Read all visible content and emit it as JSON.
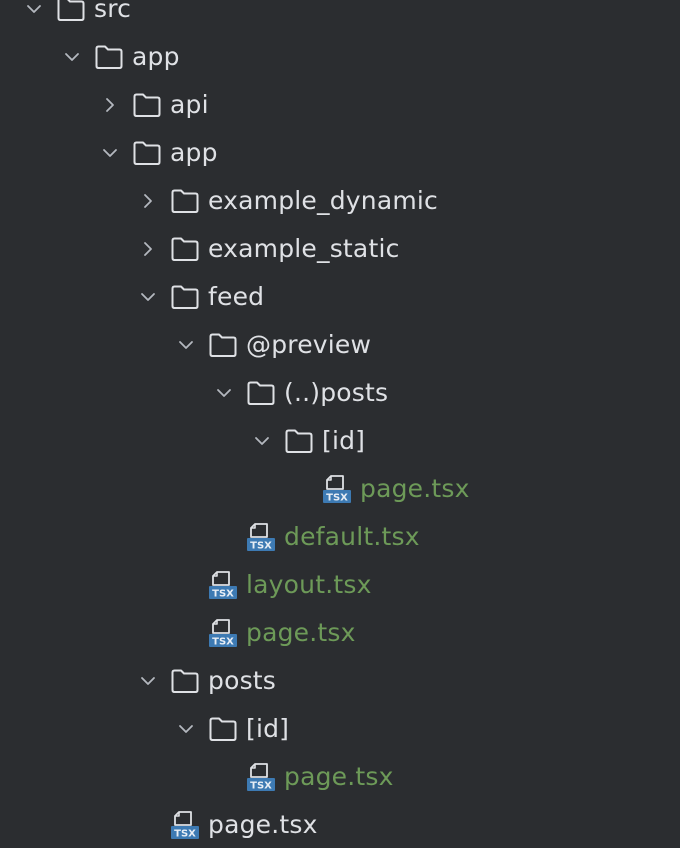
{
  "colors": {
    "background": "#2b2d30",
    "text": "#dfe1e5",
    "new_file_text": "#6d9a58",
    "chevron": "#b4b8bf",
    "folder_outline": "#dfe1e5",
    "tsx_icon": "#5a9fd6",
    "tsx_icon_dark": "#3d7ab3"
  },
  "tree": {
    "nodes": [
      {
        "label": "src",
        "kind": "folder",
        "state": "expanded",
        "depth": 0,
        "icon": "folder-icon"
      },
      {
        "label": "app",
        "kind": "folder",
        "state": "expanded",
        "depth": 1,
        "icon": "folder-icon"
      },
      {
        "label": "api",
        "kind": "folder",
        "state": "collapsed",
        "depth": 2,
        "icon": "folder-icon"
      },
      {
        "label": "app",
        "kind": "folder",
        "state": "expanded",
        "depth": 2,
        "icon": "folder-icon"
      },
      {
        "label": "example_dynamic",
        "kind": "folder",
        "state": "collapsed",
        "depth": 3,
        "icon": "folder-icon"
      },
      {
        "label": "example_static",
        "kind": "folder",
        "state": "collapsed",
        "depth": 3,
        "icon": "folder-icon"
      },
      {
        "label": "feed",
        "kind": "folder",
        "state": "expanded",
        "depth": 3,
        "icon": "folder-icon"
      },
      {
        "label": "@preview",
        "kind": "folder",
        "state": "expanded",
        "depth": 4,
        "icon": "folder-icon"
      },
      {
        "label": "(..)posts",
        "kind": "folder",
        "state": "expanded",
        "depth": 5,
        "icon": "folder-icon"
      },
      {
        "label": "[id]",
        "kind": "folder",
        "state": "expanded",
        "depth": 6,
        "icon": "folder-icon"
      },
      {
        "label": "page.tsx",
        "kind": "file",
        "status": "new",
        "depth": 7,
        "icon": "tsx-file-icon"
      },
      {
        "label": "default.tsx",
        "kind": "file",
        "status": "new",
        "depth": 5,
        "icon": "tsx-file-icon"
      },
      {
        "label": "layout.tsx",
        "kind": "file",
        "status": "new",
        "depth": 4,
        "icon": "tsx-file-icon"
      },
      {
        "label": "page.tsx",
        "kind": "file",
        "status": "new",
        "depth": 4,
        "icon": "tsx-file-icon"
      },
      {
        "label": "posts",
        "kind": "folder",
        "state": "expanded",
        "depth": 3,
        "icon": "folder-icon"
      },
      {
        "label": "[id]",
        "kind": "folder",
        "state": "expanded",
        "depth": 4,
        "icon": "folder-icon"
      },
      {
        "label": "page.tsx",
        "kind": "file",
        "status": "new",
        "depth": 5,
        "icon": "tsx-file-icon"
      },
      {
        "label": "page.tsx",
        "kind": "file",
        "status": "unchanged",
        "depth": 3,
        "icon": "tsx-file-icon"
      }
    ]
  }
}
